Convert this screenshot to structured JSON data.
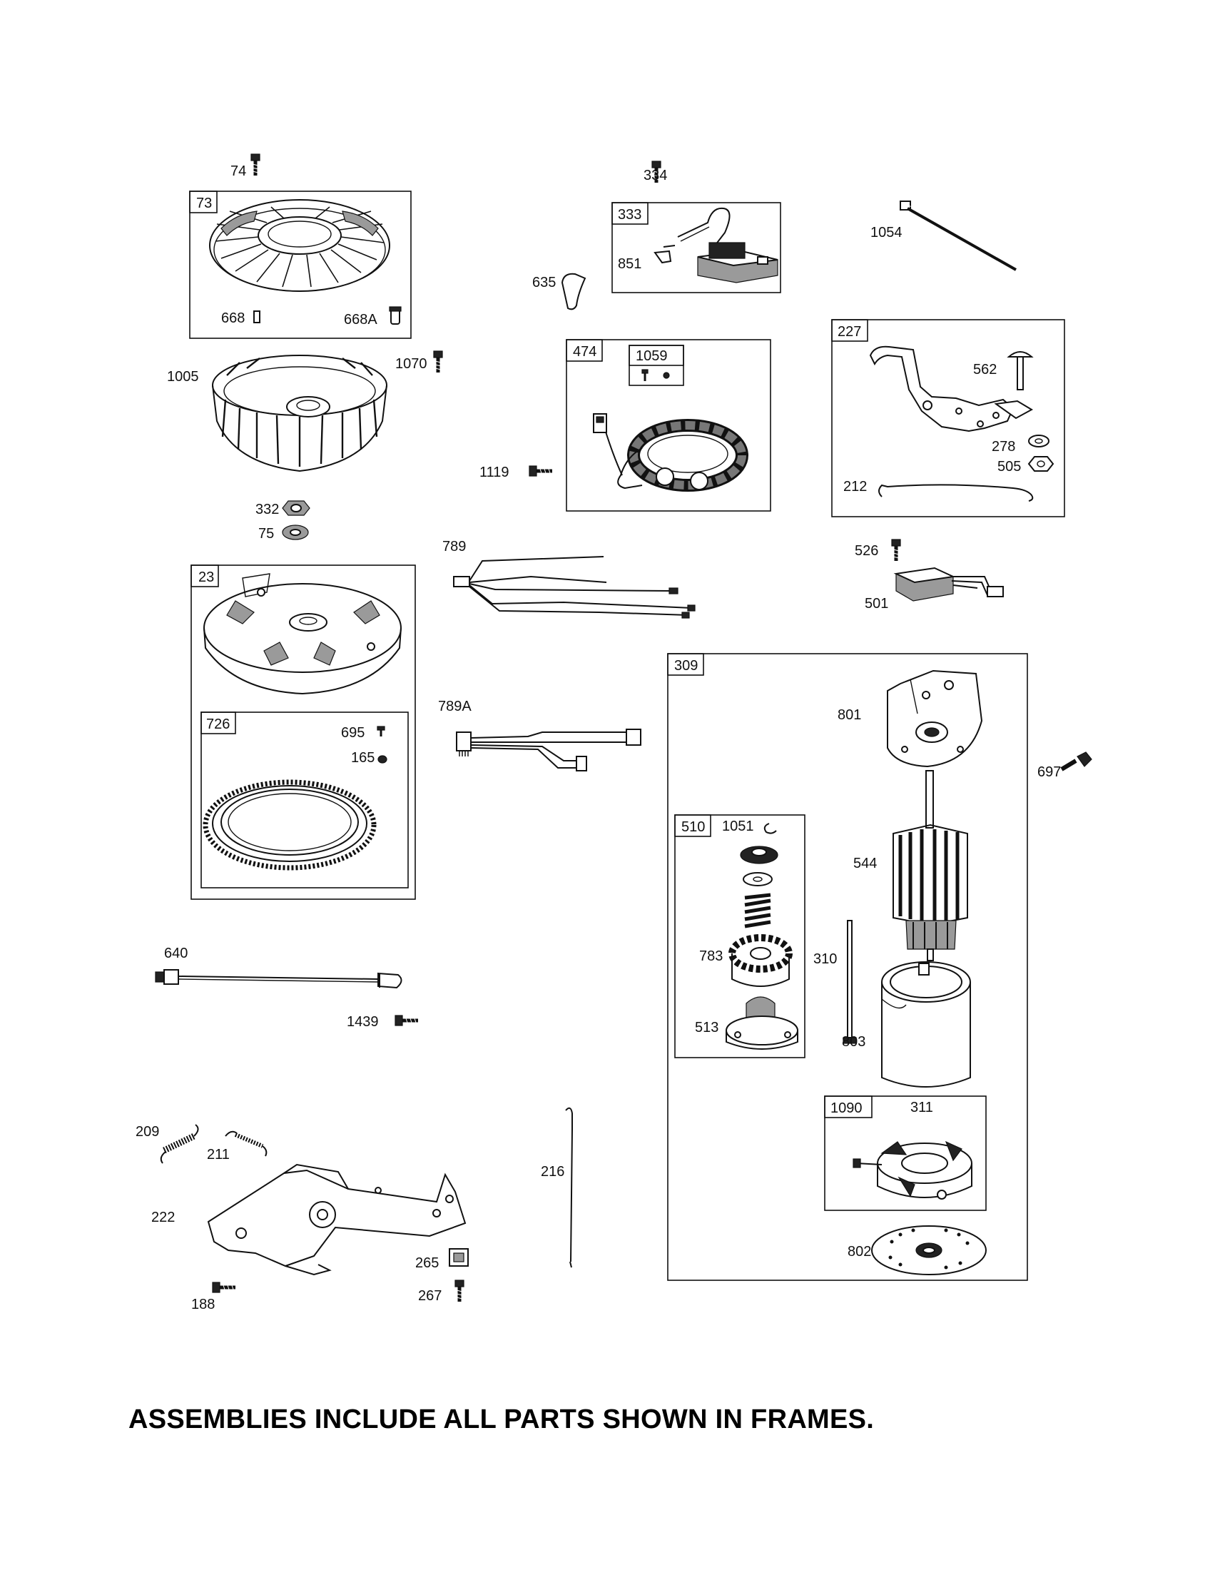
{
  "footer_note": "ASSEMBLIES INCLUDE ALL PARTS SHOWN IN FRAMES.",
  "frames": [
    {
      "id": "73",
      "label": "73"
    },
    {
      "id": "23",
      "label": "23"
    },
    {
      "id": "726",
      "label": "726"
    },
    {
      "id": "333",
      "label": "333"
    },
    {
      "id": "474",
      "label": "474"
    },
    {
      "id": "1059",
      "label": "1059"
    },
    {
      "id": "227",
      "label": "227"
    },
    {
      "id": "309",
      "label": "309"
    },
    {
      "id": "510",
      "label": "510"
    },
    {
      "id": "1090",
      "label": "1090"
    }
  ],
  "parts": [
    {
      "id": "74",
      "label": "74"
    },
    {
      "id": "668",
      "label": "668"
    },
    {
      "id": "668A",
      "label": "668A"
    },
    {
      "id": "1005",
      "label": "1005"
    },
    {
      "id": "1070",
      "label": "1070"
    },
    {
      "id": "332",
      "label": "332"
    },
    {
      "id": "75",
      "label": "75"
    },
    {
      "id": "695",
      "label": "695"
    },
    {
      "id": "165",
      "label": "165"
    },
    {
      "id": "640",
      "label": "640"
    },
    {
      "id": "1439",
      "label": "1439"
    },
    {
      "id": "209",
      "label": "209"
    },
    {
      "id": "211",
      "label": "211"
    },
    {
      "id": "222",
      "label": "222"
    },
    {
      "id": "188",
      "label": "188"
    },
    {
      "id": "265",
      "label": "265"
    },
    {
      "id": "267",
      "label": "267"
    },
    {
      "id": "334",
      "label": "334"
    },
    {
      "id": "851",
      "label": "851"
    },
    {
      "id": "635",
      "label": "635"
    },
    {
      "id": "1119",
      "label": "1119"
    },
    {
      "id": "789",
      "label": "789"
    },
    {
      "id": "789A",
      "label": "789A"
    },
    {
      "id": "216",
      "label": "216"
    },
    {
      "id": "1054",
      "label": "1054"
    },
    {
      "id": "562",
      "label": "562"
    },
    {
      "id": "278",
      "label": "278"
    },
    {
      "id": "505",
      "label": "505"
    },
    {
      "id": "212",
      "label": "212"
    },
    {
      "id": "526",
      "label": "526"
    },
    {
      "id": "501",
      "label": "501"
    },
    {
      "id": "801",
      "label": "801"
    },
    {
      "id": "697",
      "label": "697"
    },
    {
      "id": "1051",
      "label": "1051"
    },
    {
      "id": "544",
      "label": "544"
    },
    {
      "id": "783",
      "label": "783"
    },
    {
      "id": "310",
      "label": "310"
    },
    {
      "id": "513",
      "label": "513"
    },
    {
      "id": "803",
      "label": "803"
    },
    {
      "id": "311",
      "label": "311"
    },
    {
      "id": "802",
      "label": "802"
    }
  ]
}
